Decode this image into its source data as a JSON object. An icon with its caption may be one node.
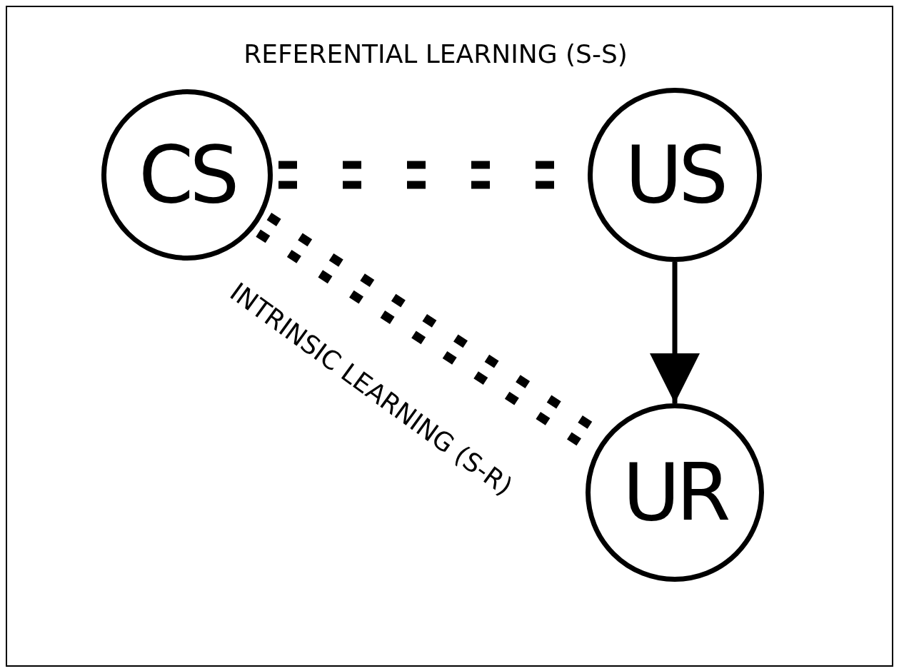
{
  "diagram": {
    "nodes": [
      {
        "text": [
          "CS"
        ]
      },
      {
        "text": [
          "US"
        ]
      },
      {
        "text": [
          "UR"
        ]
      }
    ],
    "edges": [
      {
        "from": 0,
        "to": 1,
        "arrow": "none",
        "style": "dashed",
        "label": "REFERENTIAL LEARNING (S-S)"
      },
      {
        "from": 0,
        "to": 2,
        "arrow": "none",
        "style": "dashed",
        "label": "INTRINSIC LEARNING (S-R)"
      },
      {
        "from": 1,
        "to": 2,
        "arrow": "to"
      }
    ]
  }
}
